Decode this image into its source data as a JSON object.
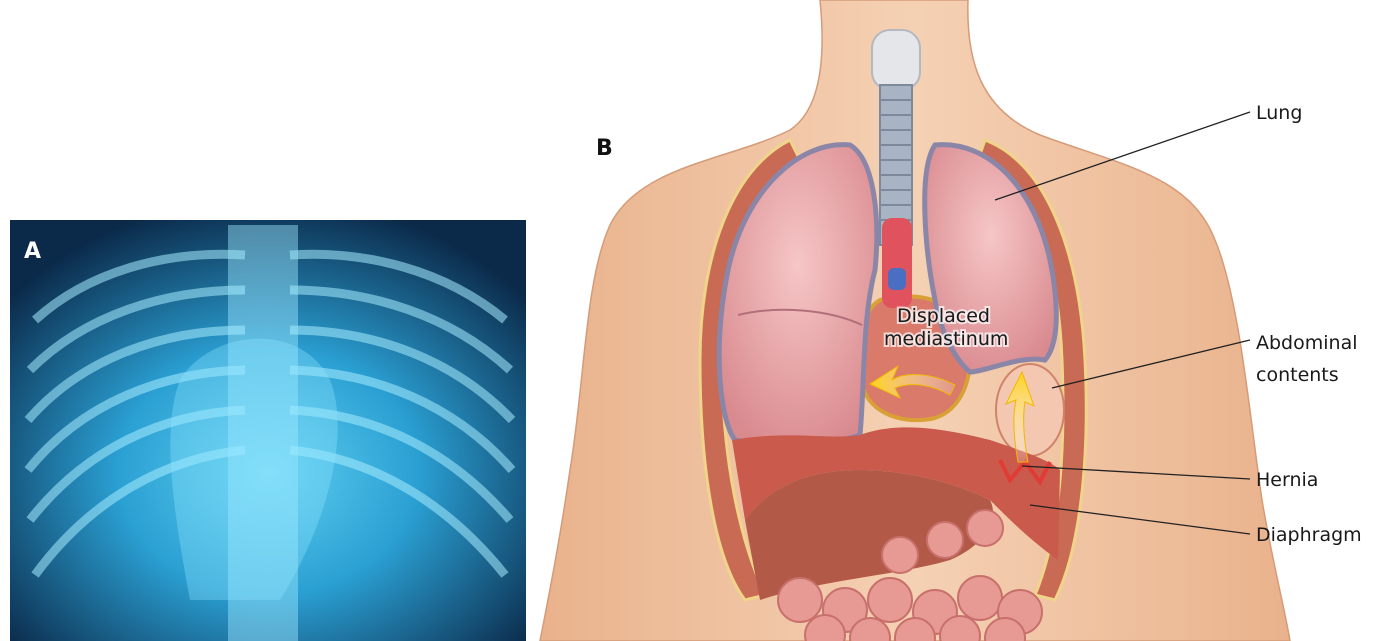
{
  "panels": {
    "a_label": "A",
    "b_label": "B"
  },
  "labels": {
    "lung": "Lung",
    "abdominal_line1": "Abdominal",
    "abdominal_line2": "contents",
    "hernia": "Hernia",
    "diaphragm": "Diaphragm",
    "displaced_line1": "Displaced",
    "displaced_line2": "mediastinum"
  },
  "colors": {
    "xray_bg": "#0b2a4a",
    "skin": "#f2c9a8",
    "lung_fill": "#e9a3a6",
    "pleura": "#8b86a8",
    "diaphragm": "#c95a4c",
    "intestine": "#e79a93",
    "arrow": "#ffd21c"
  }
}
